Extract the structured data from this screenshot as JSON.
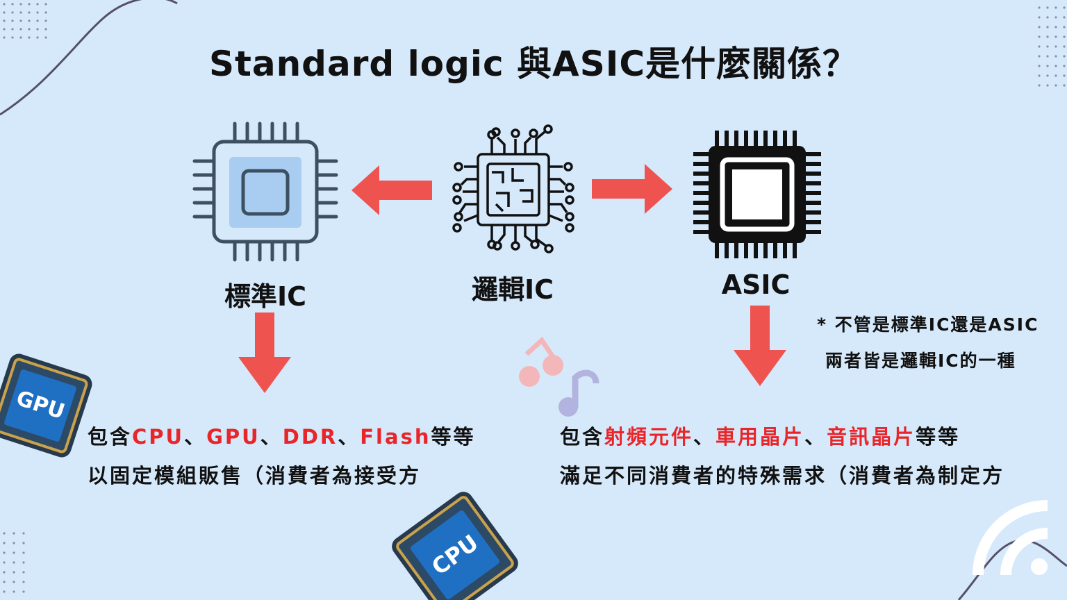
{
  "title": "Standard logic 與ASIC是什麼關係？",
  "nodes": {
    "left_label": "標準IC",
    "center_label": "邏輯IC",
    "right_label": "ASIC"
  },
  "left_desc": {
    "line1": {
      "prefix": "包含",
      "items": [
        "CPU",
        "GPU",
        "DDR",
        "Flash"
      ],
      "sep": "、",
      "suffix": "等等"
    },
    "line2": "以固定模組販售（消費者為接受方"
  },
  "right_desc": {
    "line1": {
      "prefix": "包含",
      "items": [
        "射頻元件",
        "車用晶片",
        "音訊晶片"
      ],
      "sep": "、",
      "suffix": "等等"
    },
    "line2": "滿足不同消費者的特殊需求（消費者為制定方"
  },
  "note": {
    "line1": "* 不管是標準IC還是ASIC",
    "line2": "兩者皆是邏輯IC的一種"
  },
  "decor": {
    "gpu_chip_label": "GPU",
    "cpu_chip_label": "CPU"
  },
  "colors": {
    "background": "#d6e9fb",
    "arrow": "#ef5350",
    "highlight": "#e8262a",
    "chip_outline": "#3d5062",
    "chip_fill": "#a8cdf1"
  }
}
